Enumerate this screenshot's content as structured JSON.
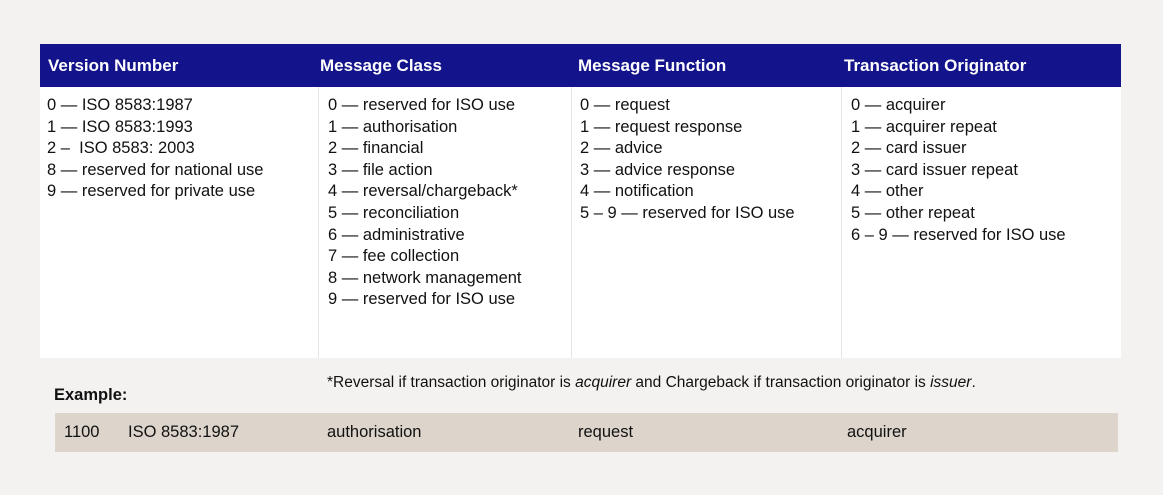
{
  "header": {
    "columns": [
      "Version Number",
      "Message Class",
      "Message Function",
      "Transaction Originator"
    ]
  },
  "columns": {
    "version": [
      "0 — ISO 8583:1987",
      "1 — ISO 8583:1993",
      "2 –  ISO 8583: 2003",
      "8 — reserved for national use",
      "9 — reserved for private use"
    ],
    "class": [
      "0 — reserved for ISO use",
      "1 — authorisation",
      "2 — financial",
      "3 — file action",
      "4 — reversal/chargeback*",
      "5 — reconciliation",
      "6 — administrative",
      "7 — fee collection",
      "8 — network management",
      "9 — reserved for ISO use"
    ],
    "function": [
      "0 — request",
      "1 — request response",
      "2 — advice",
      "3 — advice response",
      "4 — notification",
      "5 – 9 — reserved for ISO use"
    ],
    "originator": [
      "0 — acquirer",
      "1 — acquirer repeat",
      "2 — card issuer",
      "3 — card issuer repeat",
      "4 — other",
      "5 — other repeat",
      "6 – 9 — reserved for ISO use"
    ]
  },
  "footnote": {
    "part1": "*Reversal if transaction originator is ",
    "term1": "acquirer",
    "part2": " and Chargeback if transaction originator is ",
    "term2": "issuer",
    "part3": "."
  },
  "example": {
    "label": "Example:",
    "code": "1100",
    "version": "ISO 8583:1987",
    "class": "authorisation",
    "function": "request",
    "originator": "acquirer"
  }
}
